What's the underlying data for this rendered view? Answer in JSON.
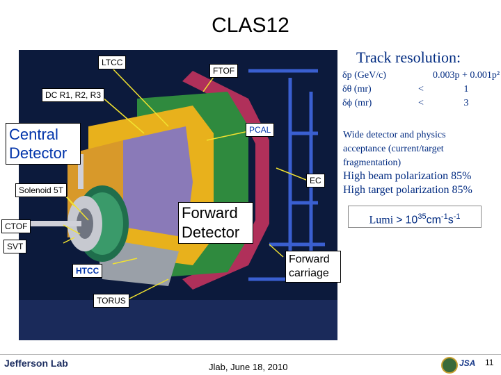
{
  "title": "CLAS12",
  "labels": {
    "ltcc": "LTCC",
    "ftof": "FTOF",
    "dc": "DC R1, R2, R3",
    "central_detector": "Central Detector",
    "pcal": "PCAL",
    "ec": "EC",
    "solenoid": "Solenoid 5T",
    "ctof": "CTOF",
    "forward_detector": "Forward Detector",
    "svt": "SVT",
    "htcc": "HTCC",
    "forward_carriage": "Forward carriage",
    "torus": "TORUS"
  },
  "track_resolution": {
    "title": "Track resolution:",
    "rows": [
      {
        "quantity": "δp (GeV/c)",
        "op": "",
        "value": "0.003p + 0.001p²"
      },
      {
        "quantity": "δθ (mr)",
        "op": "<",
        "value": "1"
      },
      {
        "quantity": "δϕ (mr)",
        "op": "<",
        "value": "3"
      }
    ]
  },
  "acceptance": "Wide detector and physics acceptance (current/target fragmentation)",
  "polarization": {
    "beam": "High beam polarization 85%",
    "target": "High target polarization 85%"
  },
  "lumi": {
    "prefix": "Lumi",
    "gt": ">",
    "base": "10",
    "exp": "35",
    "unit1": "cm",
    "unit1_exp": "-1",
    "unit2": "s",
    "unit2_exp": "-1"
  },
  "footer": {
    "lab": "Jefferson Lab",
    "date": "Jlab, June 18, 2010",
    "page": "11"
  },
  "colors": {
    "panel_bg": "#0c1a3c",
    "central_text": "#0033aa",
    "serif_text": "#002a80"
  }
}
